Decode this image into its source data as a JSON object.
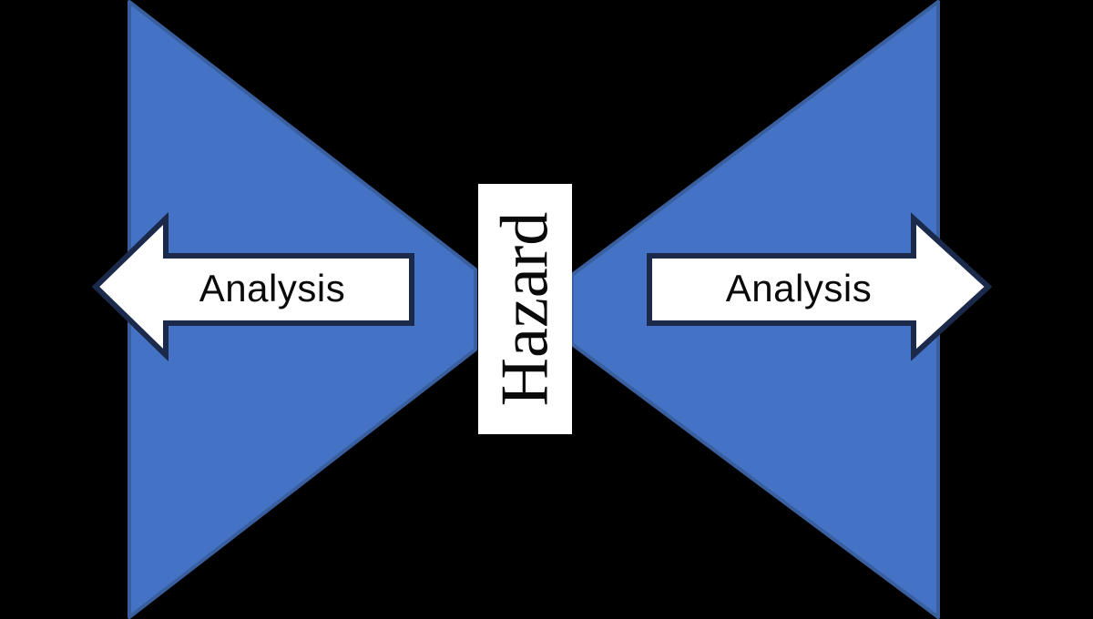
{
  "diagram": {
    "type": "bowtie-hazard-analysis",
    "background": "#000000",
    "center_label": "Hazard",
    "left_arrow": {
      "label": "Analysis",
      "direction": "left"
    },
    "right_arrow": {
      "label": "Analysis",
      "direction": "right"
    },
    "colors": {
      "triangle_fill": "#4472C4",
      "triangle_outline": "#3A5F9F",
      "arrow_fill": "#FFFFFF",
      "arrow_outline": "#1B2A4A",
      "label_box_fill": "#FFFFFF",
      "text_color": "#0A0A0A"
    }
  }
}
